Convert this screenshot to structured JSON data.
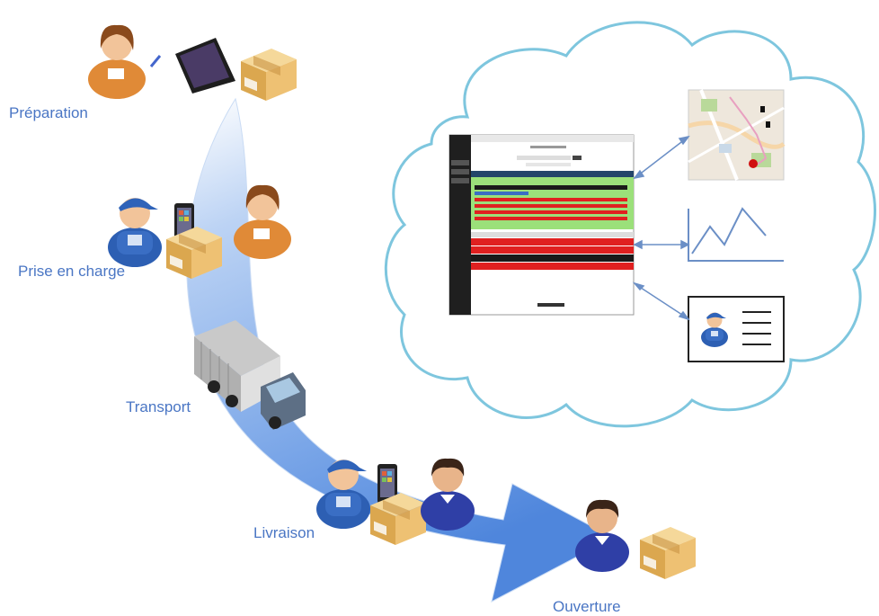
{
  "steps": [
    {
      "label": "Préparation"
    },
    {
      "label": "Prise en charge"
    },
    {
      "label": "Transport"
    },
    {
      "label": "Livraison"
    },
    {
      "label": "Ouverture"
    }
  ],
  "colors": {
    "label": "#4a76c4",
    "flow_arrow": "#6f9ee6",
    "cloud_outline": "#7ec6de",
    "connector": "#6b8fc6",
    "worker_cap": "#2d5fb3",
    "parcel": "#e6b85c",
    "alert_row": "#e02020",
    "ok_row": "#9be07a"
  },
  "icons": [
    "clerk-with-tablet-icon",
    "parcel-icon",
    "courier-with-phone-icon",
    "truck-icon",
    "customer-icon",
    "dashboard-screen-icon",
    "map-icon",
    "line-graph-icon",
    "contact-card-icon"
  ]
}
